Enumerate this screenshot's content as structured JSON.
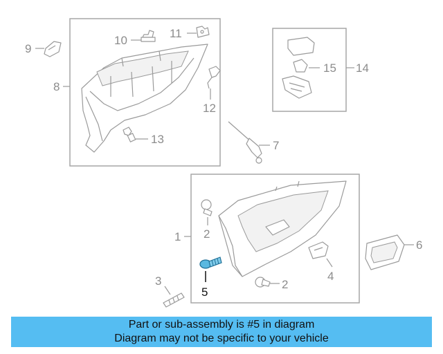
{
  "callouts": {
    "n1": "1",
    "n2a": "2",
    "n2b": "2",
    "n3": "3",
    "n4": "4",
    "n5": "5",
    "n6": "6",
    "n7": "7",
    "n8": "8",
    "n9": "9",
    "n10": "10",
    "n11": "11",
    "n12": "12",
    "n13": "13",
    "n14": "14",
    "n15": "15"
  },
  "highlight_color": "#1f8fbf",
  "banner": {
    "line1": "Part or sub-assembly is #5 in diagram",
    "line2": "Diagram may not be specific to your vehicle",
    "background": "#55bdf2"
  }
}
